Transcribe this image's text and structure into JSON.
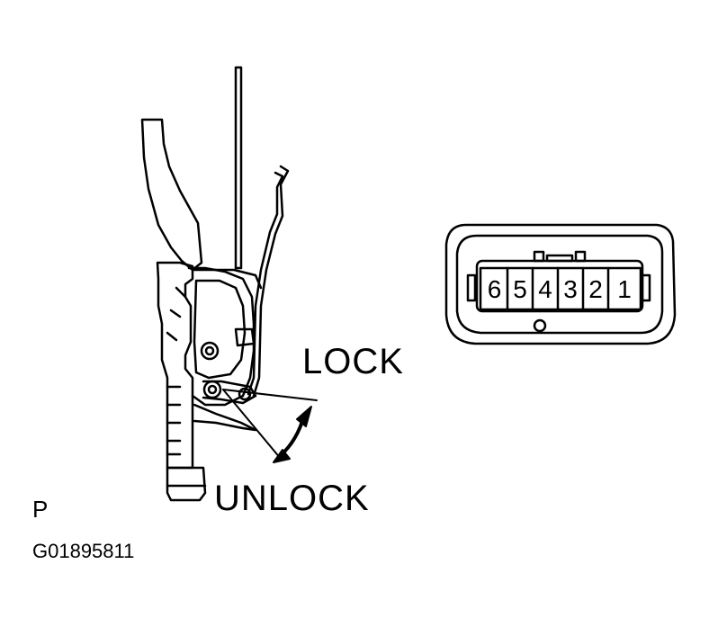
{
  "labels": {
    "lock": "LOCK",
    "unlock": "UNLOCK",
    "view": "P",
    "figure_code": "G01895811"
  },
  "connector": {
    "pins": [
      "6",
      "5",
      "4",
      "3",
      "2",
      "1"
    ]
  }
}
